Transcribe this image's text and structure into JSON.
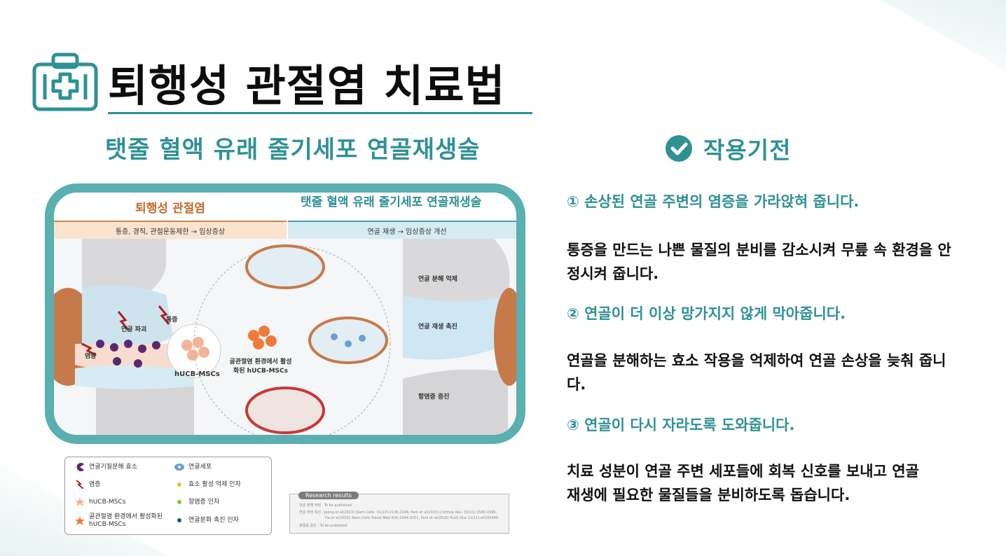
{
  "header": {
    "title": "퇴행성 관절염 치료법",
    "subtitle": "탯줄 혈액 유래 줄기세포 연골재생술"
  },
  "infographic": {
    "left_tab": "퇴행성 관절염",
    "left_band": "통증, 경직, 관절운동제한 → 임상증상",
    "right_tab": "탯줄 혈액 유래 줄기세포 연골재생술",
    "right_band": "연골 재생 → 임상증상 개선",
    "labels": {
      "destruction": "연골 파괴",
      "pain": "통증",
      "inflammation": "염증",
      "hucb": "hUCB-MSCs",
      "activated": "골관절염 환경에서 활성화된 hUCB-MSCs",
      "suppress": "연골 분해 억제",
      "promote": "연골 재생 촉진",
      "antiinflam": "항염증 증진"
    }
  },
  "legend": {
    "items": [
      {
        "label": "연골기질분해 효소",
        "icon": "purple-pacman-icon"
      },
      {
        "label": "염증",
        "icon": "red-bolt-icon"
      },
      {
        "label": "hUCB-MSCs",
        "icon": "peach-star-icon"
      },
      {
        "label": "골관절염 환경에서 활성화된 hUCB-MSCs",
        "icon": "orange-star-icon"
      },
      {
        "label": "연골세포",
        "icon": "blue-cell-icon"
      },
      {
        "label": "효소 활성 억제 인자",
        "icon": "yellow-dot-icon"
      },
      {
        "label": "항염증 인자",
        "icon": "green-dot-icon"
      },
      {
        "label": "연골분화 촉진 인자",
        "icon": "navy-dot-icon"
      }
    ]
  },
  "research": {
    "tag": "Research results",
    "lines": [
      "· 연골 분해 억제 : To be published",
      "· 연골 재생 촉진 : Jeong et al(2013) Stem Cells. 31(10):2136-2148, Park et al(2015) J Orthop Res. 33(11):1580-1586,",
      "Ha et al(2015) Stem Cells Transl Med 4(9):1044-1051, Park et al(2016) PLoS One 11(11):e0165446",
      "· 항염증 증진 : To be published"
    ]
  },
  "mechanism": {
    "title": "작용기전",
    "points": [
      {
        "heading": "① 손상된 연골 주변의 염증을 가라앉혀 줍니다.",
        "desc": " 통증을 만드는 나쁜 물질의 분비를 감소시켜 무릎 속 환경을 안정시켜 줍니다."
      },
      {
        "heading": "② 연골이 더 이상 망가지지 않게 막아줍니다.",
        "desc": "연골을 분해하는 효소 작용을 억제하여 연골 손상을 늦춰 줍니다."
      },
      {
        "heading": "③ 연골이 다시 자라도록 도와줍니다.",
        "desc": "치료 성분이 연골 주변 세포들에 회복 신호를 보내고 연골 재생에 필요한 물질들을 분비하도록 돕습니다."
      }
    ]
  },
  "colors": {
    "accent": "#2f9193",
    "frame": "#5aafb0",
    "orange": "#c36b2c"
  }
}
